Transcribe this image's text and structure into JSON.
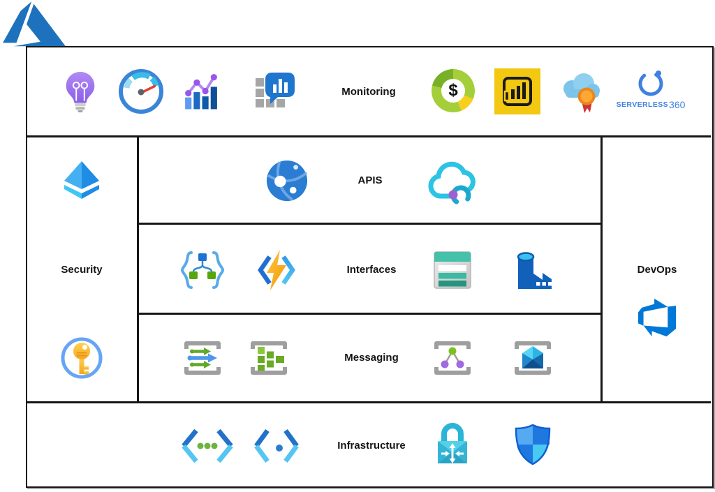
{
  "sections": {
    "monitoring": {
      "label": "Monitoring",
      "icons": [
        "lightbulb-icon",
        "gauge-icon",
        "bar-line-chart-icon",
        "log-analytics-icon",
        "cost-donut-icon",
        "power-bi-icon",
        "cloud-certificate-icon",
        "serverless360-logo"
      ]
    },
    "security": {
      "label": "Security",
      "icons": [
        "pyramid-icon",
        "key-vault-icon"
      ]
    },
    "apis": {
      "label": "APIS",
      "icons": [
        "app-service-globe-icon",
        "api-management-cloud-icon"
      ]
    },
    "interfaces": {
      "label": "Interfaces",
      "icons": [
        "logic-apps-icon",
        "functions-icon",
        "connector-table-icon",
        "data-factory-icon"
      ]
    },
    "messaging": {
      "label": "Messaging",
      "icons": [
        "service-bus-icon",
        "event-hubs-icon",
        "event-grid-icon",
        "queue-storage-icon"
      ]
    },
    "devops": {
      "label": "DevOps",
      "icons": [
        "azure-devops-icon"
      ]
    },
    "infrastructure": {
      "label": "Infrastructure",
      "icons": [
        "code-dots-icon",
        "code-dot-icon",
        "private-link-lock-icon",
        "defender-shield-icon"
      ]
    }
  },
  "cost_badge": {
    "symbol": "$"
  },
  "serverless360": {
    "word": "SERVERLESS",
    "number": "360"
  },
  "colors": {
    "azure_blue": "#1e72bd",
    "grid_line": "#161616",
    "cyan": "#2cc3e4",
    "green": "#6aaa24",
    "yellow": "#f2c811",
    "purple": "#9b6df2",
    "teal": "#45c1a9",
    "gray_bracket": "#9e9e9e",
    "s360_blue": "#4080e0"
  }
}
